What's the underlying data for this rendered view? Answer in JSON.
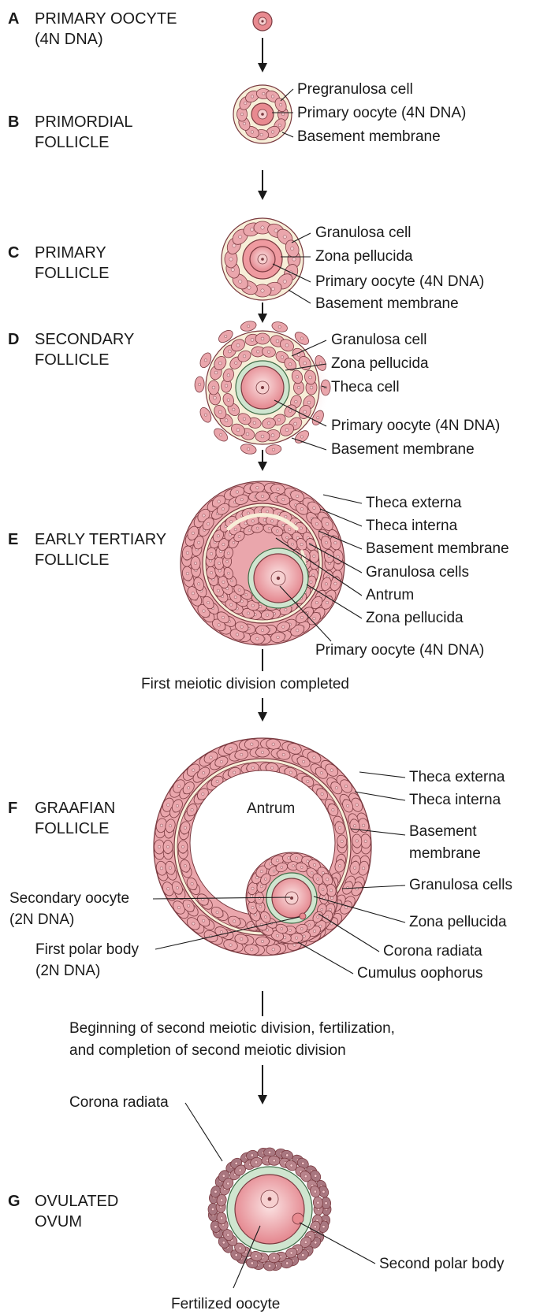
{
  "colors": {
    "cell_fill": "#eaa6ac",
    "cell_stroke": "#7a3a40",
    "nucleus": "#f3c9cd",
    "oocyte_fill": "#e88a90",
    "oocyte_light": "#f6c9c9",
    "zona": "#cfe5cf",
    "zona_stroke": "#3e6b45",
    "membrane": "#f7eed8",
    "theca_glow": "#f2b8b8",
    "line": "#1a1a1a",
    "corona_cell": "#a87780"
  },
  "stages": [
    {
      "letter": "A",
      "name_lines": [
        "PRIMARY OOCYTE",
        "(4N DNA)"
      ],
      "labels": []
    },
    {
      "letter": "B",
      "name_lines": [
        "PRIMORDIAL",
        "FOLLICLE"
      ],
      "labels": [
        "Pregranulosa cell",
        "Primary oocyte (4N DNA)",
        "Basement membrane"
      ]
    },
    {
      "letter": "C",
      "name_lines": [
        "PRIMARY",
        "FOLLICLE"
      ],
      "labels": [
        "Granulosa cell",
        "Zona pellucida",
        "Primary oocyte (4N DNA)",
        "Basement membrane"
      ]
    },
    {
      "letter": "D",
      "name_lines": [
        "SECONDARY",
        "FOLLICLE"
      ],
      "labels": [
        "Granulosa cell",
        "Zona pellucida",
        "Theca cell",
        "Primary oocyte (4N DNA)",
        "Basement membrane"
      ]
    },
    {
      "letter": "E",
      "name_lines": [
        "EARLY TERTIARY",
        "FOLLICLE"
      ],
      "labels": [
        "Theca externa",
        "Theca interna",
        "Basement membrane",
        "Granulosa cells",
        "Antrum",
        "Zona pellucida",
        "Primary oocyte (4N DNA)"
      ]
    },
    {
      "letter": "F",
      "name_lines": [
        "GRAAFIAN",
        "FOLLICLE"
      ],
      "labels": [
        "Theca externa",
        "Theca interna",
        "Basement",
        "membrane",
        "Antrum",
        "Granulosa cells",
        "Secondary oocyte",
        "(2N DNA)",
        "Zona pellucida",
        "First polar body",
        "(2N DNA)",
        "Corona radiata",
        "Cumulus oophorus"
      ]
    },
    {
      "letter": "G",
      "name_lines": [
        "OVULATED",
        "OVUM"
      ],
      "labels": [
        "Corona radiata",
        "Second polar body",
        "Fertilized oocyte"
      ]
    }
  ],
  "steps": [
    "First meiotic division completed",
    "Beginning of second meiotic division, fertilization,",
    "and completion of second meiotic division"
  ]
}
